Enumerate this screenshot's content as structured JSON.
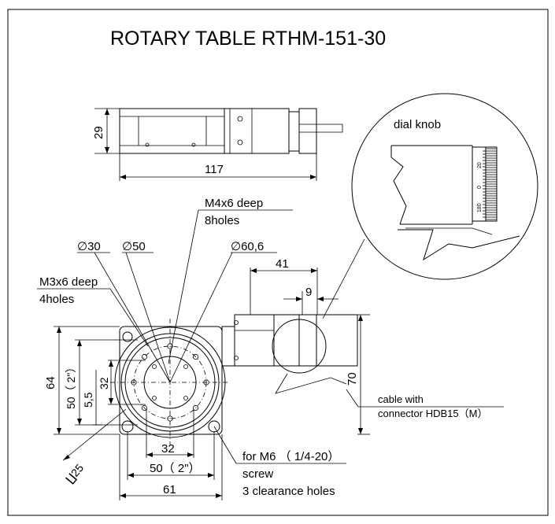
{
  "title": "ROTARY TABLE RTHM-151-30",
  "side_view": {
    "height_dim": "29",
    "length_dim": "117"
  },
  "detail": {
    "label": "dial knob",
    "scale_numbers": [
      "20",
      "0",
      "180"
    ]
  },
  "top_view": {
    "thread_top": {
      "line1": "M4x6 deep",
      "line2": "8holes"
    },
    "thread_left": {
      "line1": "M3x6 deep",
      "line2": "4holes"
    },
    "diameters": [
      "∅30",
      "∅50",
      "∅60,6"
    ],
    "dims": {
      "d41": "41",
      "d9": "9",
      "d70": "70",
      "d64": "64",
      "d50v": "50（ 2\"）",
      "d55": "5,5",
      "d32v": "32",
      "d32h": "32",
      "d50h": "50（ 2\"）",
      "d61": "61",
      "d25": "∐25"
    },
    "cable": {
      "line1": "cable with",
      "line2": "connector HDB15（M）"
    },
    "mount": {
      "line1": "for M6 （ 1/4-20）",
      "line2": "screw",
      "line3": "3 clearance holes"
    }
  }
}
